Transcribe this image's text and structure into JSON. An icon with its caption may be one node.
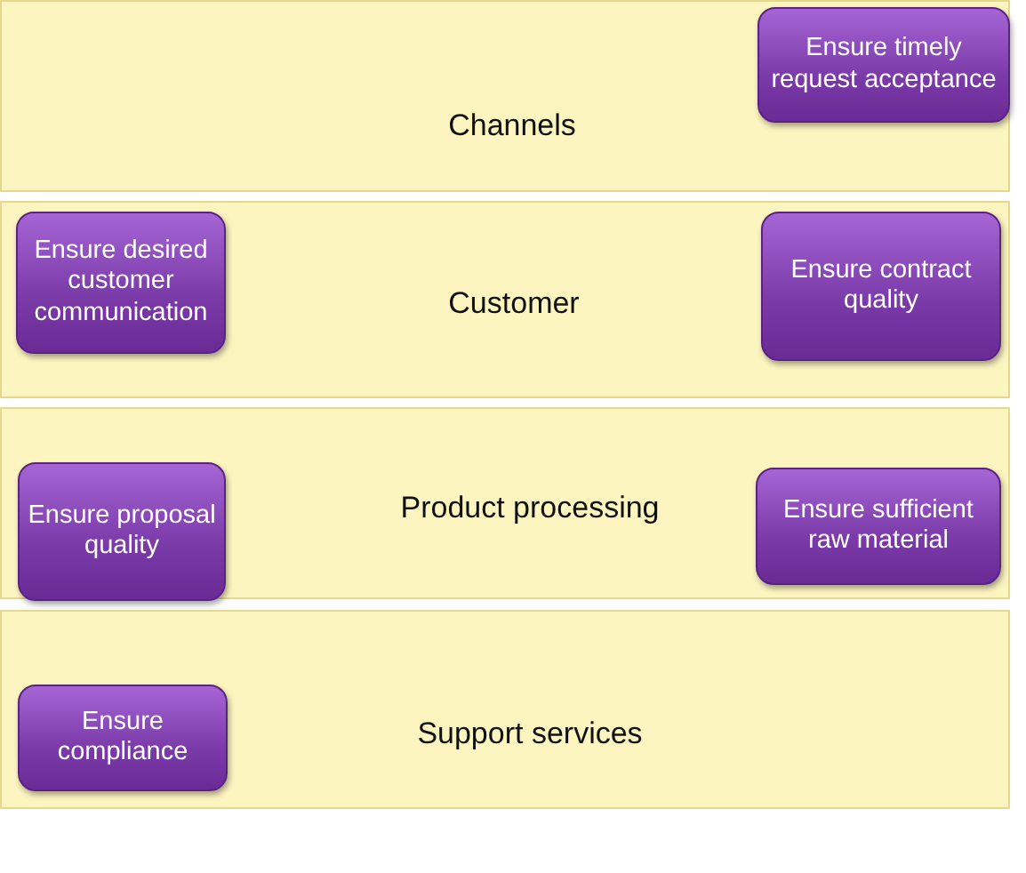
{
  "diagram": {
    "nodes": [
      {
        "text": [
          "Channels"
        ]
      },
      {
        "text": [
          "Ensure timely request acceptance"
        ],
        "in": 0
      },
      {
        "text": [
          "Customer"
        ]
      },
      {
        "text": [
          "Ensure desired customer communication"
        ],
        "in": 2
      },
      {
        "text": [
          "Ensure contract quality"
        ],
        "in": 2
      },
      {
        "text": [
          "Product processing"
        ]
      },
      {
        "text": [
          "Ensure proposal quality"
        ],
        "in": 5
      },
      {
        "text": [
          "Ensure sufficient raw material"
        ],
        "in": 5
      },
      {
        "text": [
          "Support services"
        ]
      },
      {
        "text": [
          "Ensure compliance"
        ],
        "in": 8
      }
    ]
  }
}
